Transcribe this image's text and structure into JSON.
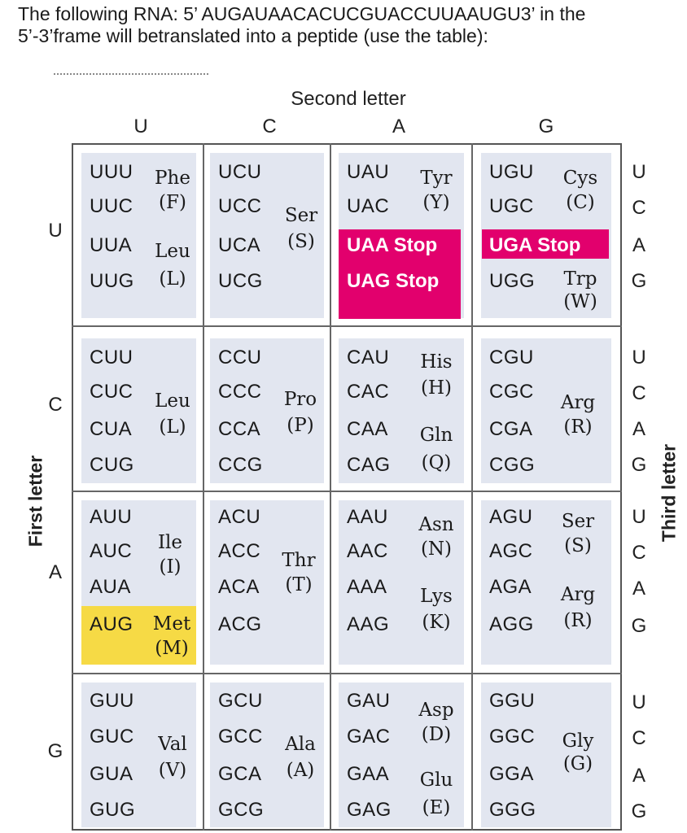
{
  "question": {
    "line1": "The following RNA: 5’ AUGAUAACACUCGUACCUUAAUGU3’ in the",
    "line2": "5’-3’frame will betranslated into a peptide (use the table):"
  },
  "table": {
    "second_letter_title": "Second letter",
    "first_letter_label": "First letter",
    "third_letter_label": "Third letter",
    "column_letters": [
      "U",
      "C",
      "A",
      "G"
    ],
    "row_letters": [
      "U",
      "C",
      "A",
      "G"
    ],
    "third_letters": [
      "U",
      "C",
      "A",
      "G"
    ],
    "codons": {
      "UU": [
        "UUU",
        "UUC",
        "UUA",
        "UUG"
      ],
      "UC": [
        "UCU",
        "UCC",
        "UCA",
        "UCG"
      ],
      "UA": [
        "UAU",
        "UAC",
        "UAA",
        "UAG"
      ],
      "UG": [
        "UGU",
        "UGC",
        "UGA",
        "UGG"
      ],
      "CU": [
        "CUU",
        "CUC",
        "CUA",
        "CUG"
      ],
      "CC": [
        "CCU",
        "CCC",
        "CCA",
        "CCG"
      ],
      "CA": [
        "CAU",
        "CAC",
        "CAA",
        "CAG"
      ],
      "CG": [
        "CGU",
        "CGC",
        "CGA",
        "CGG"
      ],
      "AU": [
        "AUU",
        "AUC",
        "AUA",
        "AUG"
      ],
      "AC": [
        "ACU",
        "ACC",
        "ACA",
        "ACG"
      ],
      "AA": [
        "AAU",
        "AAC",
        "AAA",
        "AAG"
      ],
      "AG": [
        "AGU",
        "AGC",
        "AGA",
        "AGG"
      ],
      "GU": [
        "GUU",
        "GUC",
        "GUA",
        "GUG"
      ],
      "GC": [
        "GCU",
        "GCC",
        "GCA",
        "GCG"
      ],
      "GA": [
        "GAU",
        "GAC",
        "GAA",
        "GAG"
      ],
      "GG": [
        "GGU",
        "GGC",
        "GGA",
        "GGG"
      ]
    },
    "amino_acids": {
      "phe": "Phe",
      "phe_code": "(F)",
      "leu": "Leu",
      "leu_code": "(L)",
      "ser": "Ser",
      "ser_code": "(S)",
      "tyr": "Tyr",
      "tyr_code": "(Y)",
      "cys": "Cys",
      "cys_code": "(C)",
      "trp": "Trp",
      "trp_code": "(W)",
      "pro": "Pro",
      "pro_code": "(P)",
      "his": "His",
      "his_code": "(H)",
      "gln": "Gln",
      "gln_code": "(Q)",
      "arg": "Arg",
      "arg_code": "(R)",
      "ile": "Ile",
      "ile_code": "(I)",
      "met": "Met",
      "met_code": "(M)",
      "thr": "Thr",
      "thr_code": "(T)",
      "asn": "Asn",
      "asn_code": "(N)",
      "lys": "Lys",
      "lys_code": "(K)",
      "val": "Val",
      "val_code": "(V)",
      "ala": "Ala",
      "ala_code": "(A)",
      "asp": "Asp",
      "asp_code": "(D)",
      "glu": "Glu",
      "glu_code": "(E)",
      "gly": "Gly",
      "gly_code": "(G)"
    },
    "stop_label": "Stop",
    "colors": {
      "stop_highlight": "#e2006d",
      "start_highlight": "#f6da45",
      "panel_background": "#e2e6f0"
    }
  }
}
